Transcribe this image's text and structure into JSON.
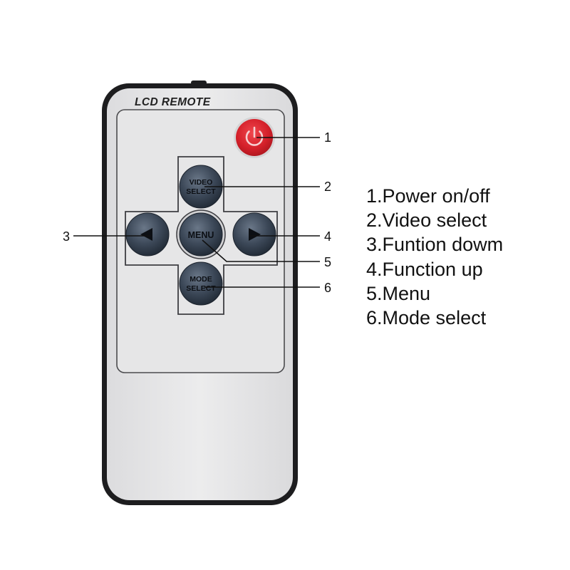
{
  "remote": {
    "brand_label": "LCD REMOTE",
    "buttons": {
      "power": {
        "icon": "power-icon",
        "color": "#d4202a"
      },
      "video_select": {
        "line1": "VIDEO",
        "line2": "SELECT"
      },
      "left": {
        "icon": "triangle-left-icon"
      },
      "menu": {
        "label": "MENU"
      },
      "right": {
        "icon": "triangle-right-icon"
      },
      "mode_select": {
        "line1": "MODE",
        "line2": "SELECT"
      }
    },
    "body_color": "#e9e9ea",
    "button_color": "#3b4656"
  },
  "callouts": {
    "c1": "1",
    "c2": "2",
    "c3": "3",
    "c4": "4",
    "c5": "5",
    "c6": "6"
  },
  "legend": [
    "1.Power on/off",
    "2.Video select",
    "3.Funtion dowm",
    "4.Function up",
    "5.Menu",
    "6.Mode select"
  ]
}
